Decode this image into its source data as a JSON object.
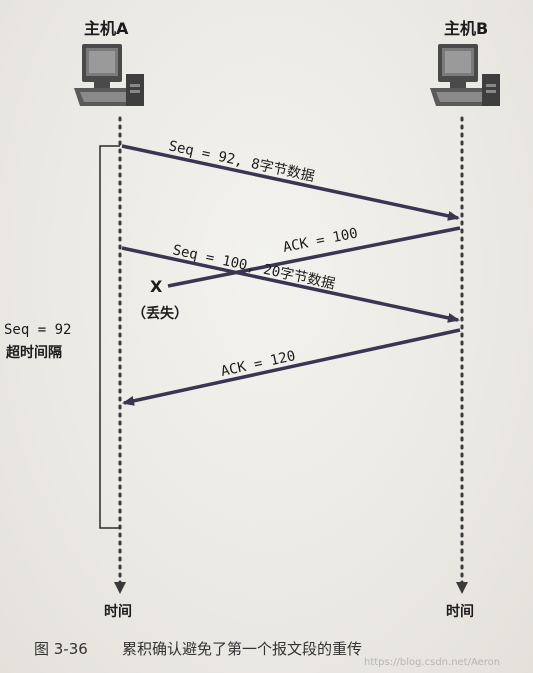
{
  "host_a": {
    "label": "主机A"
  },
  "host_b": {
    "label": "主机B"
  },
  "messages": [
    {
      "label": "Seq = 92, 8字节数据"
    },
    {
      "label": "ACK = 100"
    },
    {
      "label": "Seq = 100, 20字节数据"
    },
    {
      "label": "ACK = 120"
    }
  ],
  "loss": {
    "mark": "X",
    "label": "（丢失）"
  },
  "timeout": {
    "line1": "Seq = 92",
    "line2": "超时间隔"
  },
  "time_axis": {
    "left_label": "时间",
    "right_label": "时间"
  },
  "caption": {
    "figure_no": "图 3-36",
    "text": "累积确认避免了第一个报文段的重传"
  },
  "watermark": "https://blog.csdn.net/Aeron",
  "colors": {
    "arrow": "#3a3550",
    "dotted_line": "#3a3a3a",
    "monitor_frame": "#4a4a4a",
    "monitor_screen": "#7a7a7a"
  }
}
